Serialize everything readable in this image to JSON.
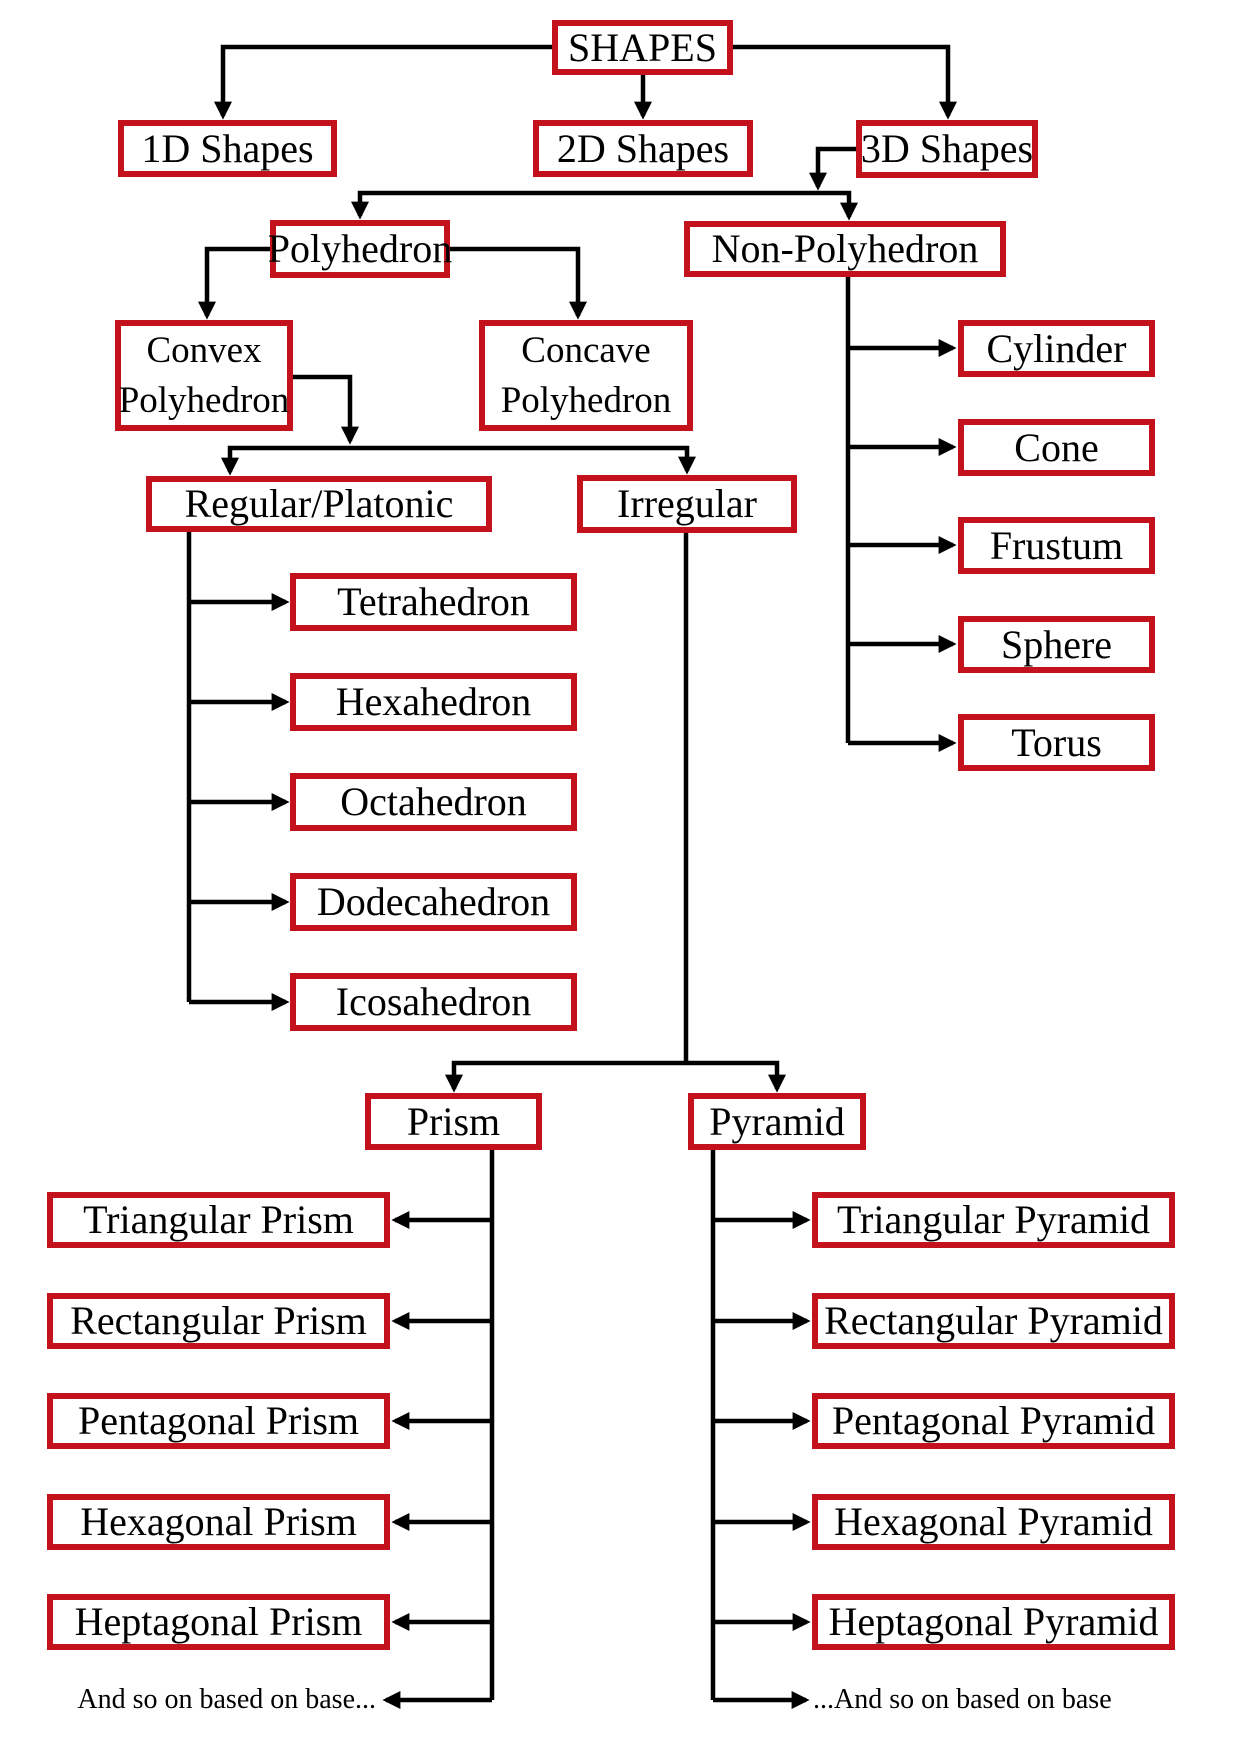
{
  "meta": {
    "diagram_type": "flowchart",
    "root": "SHAPES",
    "colors": {
      "background": "#ffffff",
      "box_border": "#c3121b",
      "box_fill": "#ffffff",
      "line": "#000000",
      "text": "#000000"
    }
  },
  "nodes": {
    "shapes": {
      "label": "SHAPES"
    },
    "shapes_1d": {
      "label": "1D Shapes"
    },
    "shapes_2d": {
      "label": "2D Shapes"
    },
    "shapes_3d": {
      "label": "3D Shapes"
    },
    "polyhedron": {
      "label": "Polyhedron"
    },
    "non_polyhedron": {
      "label": "Non-Polyhedron"
    },
    "convex_polyhedron": {
      "label": "Convex Polyhedron"
    },
    "concave_polyhedron": {
      "label": "Concave Polyhedron"
    },
    "regular_platonic": {
      "label": "Regular/Platonic"
    },
    "irregular": {
      "label": "Irregular"
    },
    "tetrahedron": {
      "label": "Tetrahedron"
    },
    "hexahedron": {
      "label": "Hexahedron"
    },
    "octahedron": {
      "label": "Octahedron"
    },
    "dodecahedron": {
      "label": "Dodecahedron"
    },
    "icosahedron": {
      "label": "Icosahedron"
    },
    "cylinder": {
      "label": "Cylinder"
    },
    "cone": {
      "label": "Cone"
    },
    "frustum": {
      "label": "Frustum"
    },
    "sphere": {
      "label": "Sphere"
    },
    "torus": {
      "label": "Torus"
    },
    "prism": {
      "label": "Prism"
    },
    "pyramid": {
      "label": "Pyramid"
    },
    "triangular_prism": {
      "label": "Triangular Prism"
    },
    "rectangular_prism": {
      "label": "Rectangular Prism"
    },
    "pentagonal_prism": {
      "label": "Pentagonal Prism"
    },
    "hexagonal_prism": {
      "label": "Hexagonal Prism"
    },
    "heptagonal_prism": {
      "label": "Heptagonal Prism"
    },
    "triangular_pyramid": {
      "label": "Triangular Pyramid"
    },
    "rectangular_pyramid": {
      "label": "Rectangular Pyramid"
    },
    "pentagonal_pyramid": {
      "label": "Pentagonal Pyramid"
    },
    "hexagonal_pyramid": {
      "label": "Hexagonal Pyramid"
    },
    "heptagonal_pyramid": {
      "label": "Heptagonal Pyramid"
    }
  },
  "captions": {
    "prism_continuation": "And so on based on base...",
    "pyramid_continuation": "...And so on based on base"
  },
  "hierarchy": {
    "SHAPES": {
      "1D Shapes": {},
      "2D Shapes": {},
      "3D Shapes": {
        "Polyhedron": {
          "Convex Polyhedron": {
            "Regular/Platonic": [
              "Tetrahedron",
              "Hexahedron",
              "Octahedron",
              "Dodecahedron",
              "Icosahedron"
            ],
            "Irregular": {
              "Prism": [
                "Triangular Prism",
                "Rectangular Prism",
                "Pentagonal Prism",
                "Hexagonal Prism",
                "Heptagonal Prism",
                "And so on based on base..."
              ],
              "Pyramid": [
                "Triangular Pyramid",
                "Rectangular Pyramid",
                "Pentagonal Pyramid",
                "Hexagonal Pyramid",
                "Heptagonal Pyramid",
                "...And so on based on base"
              ]
            }
          },
          "Concave Polyhedron": {}
        },
        "Non-Polyhedron": [
          "Cylinder",
          "Cone",
          "Frustum",
          "Sphere",
          "Torus"
        ]
      }
    }
  }
}
